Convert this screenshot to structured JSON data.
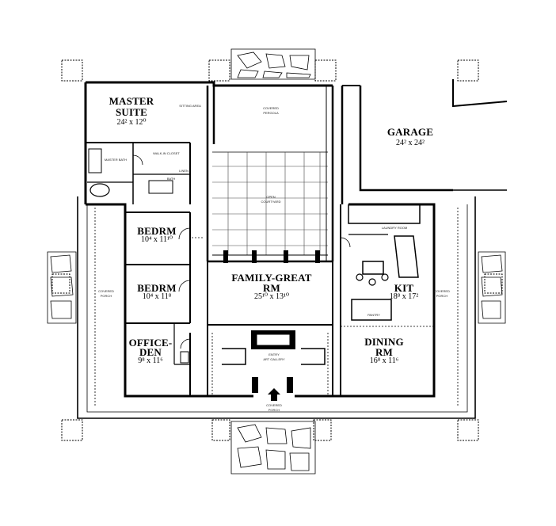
{
  "rooms": {
    "master_suite": {
      "name_line1": "MASTER",
      "name_line2": "SUITE",
      "dims": "24² x 12⁰"
    },
    "sitting_area": {
      "name": "SITTING AREA"
    },
    "master_bath": {
      "name": "MASTER BATH"
    },
    "walk_in_closet": {
      "name": "WALK-IN CLOSET"
    },
    "bath": {
      "name": "BATH"
    },
    "linen": {
      "name": "LINEN"
    },
    "covered_pergola": {
      "name_line1": "COVERED",
      "name_line2": "PERGOLA"
    },
    "open_courtyard": {
      "name_line1": "OPEN",
      "name_line2": "COURTYARD"
    },
    "garage": {
      "name": "GARAGE",
      "dims": "24² x 24²"
    },
    "bedrm1": {
      "name": "BEDRM",
      "dims": "10⁴ x 11¹⁰"
    },
    "bedrm2": {
      "name": "BEDRM",
      "dims": "10⁴ x 11⁸"
    },
    "office_den": {
      "name_line1": "OFFICE-",
      "name_line2": "DEN",
      "dims": "9⁸ x 11⁶"
    },
    "family_great": {
      "name_line1": "FAMILY-GREAT",
      "name_line2": "RM",
      "dims": "25¹⁰ x 13¹⁰"
    },
    "kit": {
      "name": "KIT",
      "dims": "18⁸ x 17²"
    },
    "dining": {
      "name_line1": "DINING",
      "name_line2": "RM",
      "dims": "16⁸ x 11⁶"
    },
    "laundry": {
      "name": "LAUNDRY ROOM"
    },
    "entry": {
      "name_line1": "ENTRY",
      "name_line2": "ART GALLERY"
    },
    "covered_porch_left": {
      "name_line1": "COVERED",
      "name_line2": "PORCH"
    },
    "covered_porch_right": {
      "name_line1": "COVERED",
      "name_line2": "PORCH"
    },
    "covered_porch_front": {
      "name_line1": "COVERED",
      "name_line2": "PORCH"
    },
    "pantry": {
      "name": "PANTRY"
    }
  }
}
